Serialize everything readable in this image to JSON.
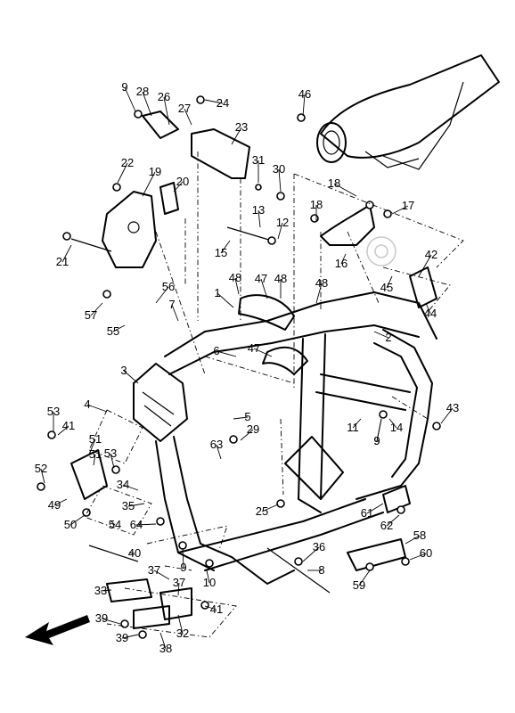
{
  "diagram": {
    "callouts": [
      "1",
      "2",
      "3",
      "4",
      "5",
      "6",
      "7",
      "8",
      "9",
      "9",
      "9",
      "9",
      "10",
      "11",
      "12",
      "13",
      "14",
      "15",
      "16",
      "17",
      "18",
      "18",
      "19",
      "20",
      "21",
      "22",
      "23",
      "24",
      "25",
      "26",
      "27",
      "28",
      "29",
      "30",
      "31",
      "32",
      "33",
      "34",
      "35",
      "36",
      "37",
      "37",
      "38",
      "39",
      "39",
      "40",
      "41",
      "41",
      "42",
      "43",
      "44",
      "45",
      "46",
      "47",
      "47",
      "48",
      "48",
      "48",
      "49",
      "50",
      "51",
      "51",
      "52",
      "53",
      "53",
      "54",
      "55",
      "56",
      "57",
      "58",
      "59",
      "60",
      "61",
      "62",
      "63",
      "64"
    ],
    "direction_arrow": "front-arrow-icon",
    "watermark_icon": "gear-icon"
  }
}
